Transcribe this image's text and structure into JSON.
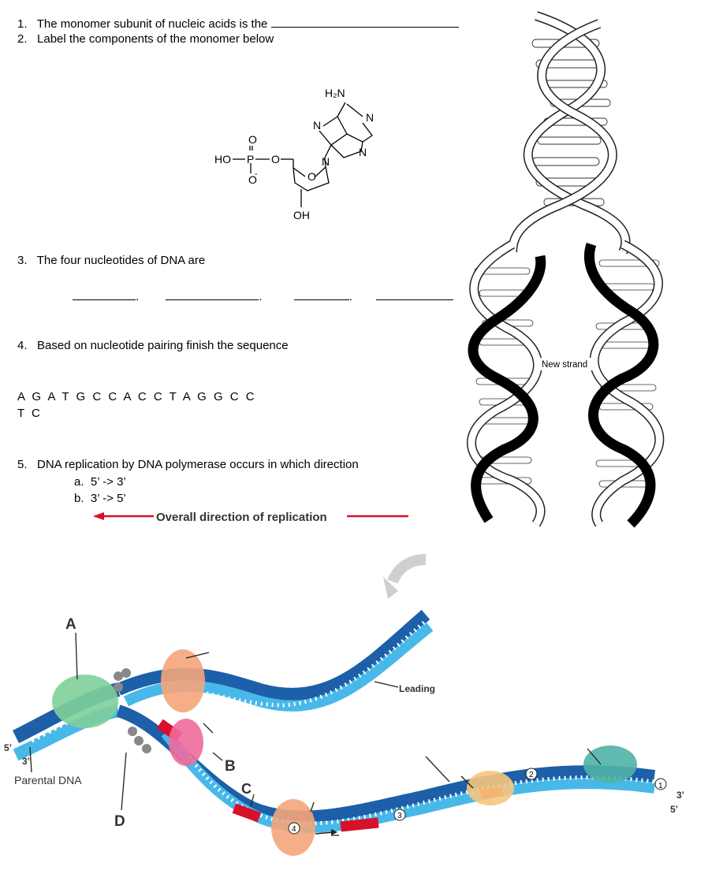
{
  "worksheet": {
    "q1": {
      "number": "1.",
      "text": "The monomer subunit of nucleic acids is the"
    },
    "q2": {
      "number": "2.",
      "text": "Label the components of the monomer below"
    },
    "q3": {
      "number": "3.",
      "text": "The four nucleotides of DNA are"
    },
    "q3_separators": [
      ".",
      ".",
      "."
    ],
    "q4": {
      "number": "4.",
      "text": "Based on nucleotide pairing finish the sequence"
    },
    "sequence_top": "A G A T G C C A C C T A G G C C",
    "sequence_bottom": "T C",
    "q5": {
      "number": "5.",
      "text": "DNA replication by DNA polymerase occurs in which direction"
    },
    "q5_options": [
      {
        "letter": "a.",
        "text": "5’ -> 3’"
      },
      {
        "letter": "b.",
        "text": "3’ -> 5’"
      }
    ]
  },
  "molecule": {
    "phosphate_left": "HO",
    "phosphorus": "P",
    "oxygen": "O",
    "oxygen_minus": "O",
    "minus": "-",
    "ring_oxygen": "O",
    "hydroxyl": "OH",
    "amine": "H₂N",
    "n_labels": [
      "N",
      "N",
      "N",
      "N",
      "N"
    ]
  },
  "helix_figure": {
    "new_strand_label": "New strand"
  },
  "replication_figure": {
    "direction_label": "Overall direction of replication",
    "label_a": "A",
    "label_b": "B",
    "label_c": "C",
    "label_d": "D",
    "parental_dna": "Parental DNA",
    "leading": "Leading",
    "end_5_left": "5’",
    "end_3_left": "3’",
    "end_3_right": "3’",
    "end_5_right": "5’",
    "circle_numbers": [
      "1",
      "2",
      "3",
      "4"
    ],
    "colors": {
      "backbone_dark": "#1d5fa8",
      "backbone_light": "#48b8e8",
      "primer_red": "#d8102a",
      "helicase_green": "#7fcf9a",
      "pink_enzyme": "#f06a9c",
      "orange_enzyme": "#f4a57a",
      "yellow_enzyme": "#f6c77e",
      "teal_enzyme": "#4fb3a6",
      "arrow_red": "#d8102a"
    }
  }
}
